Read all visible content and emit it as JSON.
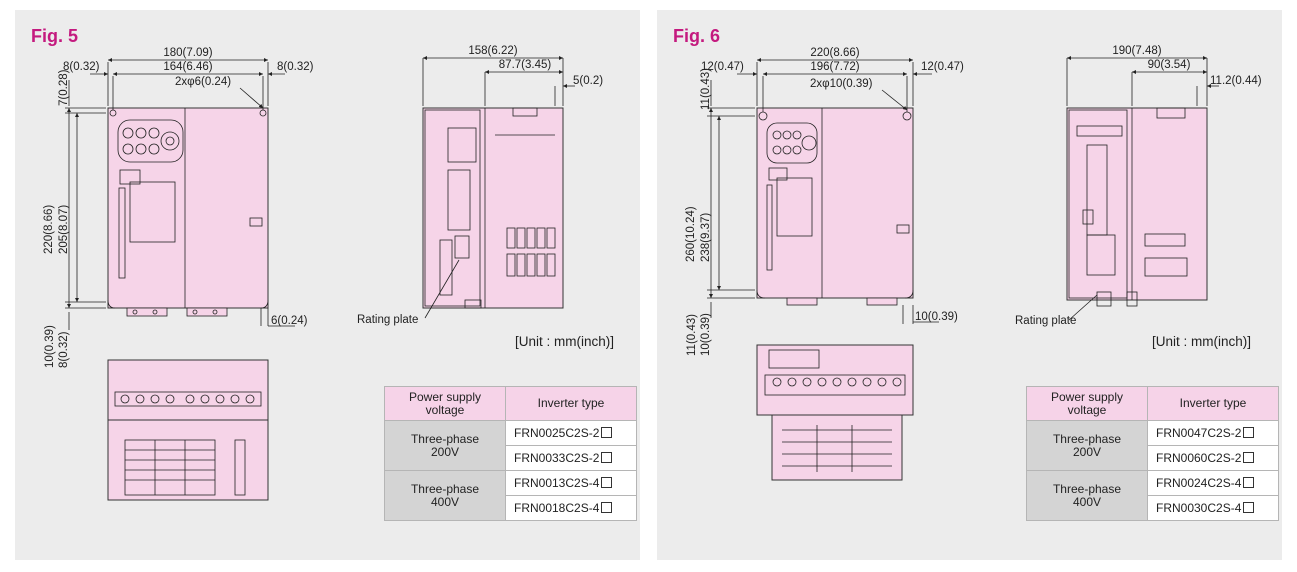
{
  "colors": {
    "figure_label": "#c41a7f",
    "body_fill": "#f6d4e8",
    "header_fill": "#f6d3e8",
    "group_fill": "#d4d4d4"
  },
  "fig5": {
    "label": "Fig. 5",
    "dims": {
      "overall_width": "180(7.09)",
      "hole_pitch_width": "164(6.46)",
      "left_margin": "8(0.32)",
      "right_margin": "8(0.32)",
      "holes": "2xφ6(0.24)",
      "depth": "158(6.22)",
      "depth_mount": "87.7(3.45)",
      "depth_small": "5(0.2)",
      "top_offset": "7(0.28)",
      "overall_height": "220(8.66)",
      "hole_pitch_height": "205(8.07)",
      "bottom_a": "10(0.39)",
      "bottom_b": "8(0.32)",
      "foot": "6(0.24)"
    },
    "rating_plate": "Rating plate",
    "unit": "[Unit : mm(inch)]",
    "table": {
      "header_supply": [
        "Power supply",
        "voltage"
      ],
      "header_type": "Inverter type",
      "groups": [
        {
          "label": [
            "Three-phase",
            "200V"
          ],
          "types": [
            "FRN0025C2S-2",
            "FRN0033C2S-2"
          ]
        },
        {
          "label": [
            "Three-phase",
            "400V"
          ],
          "types": [
            "FRN0013C2S-4",
            "FRN0018C2S-4"
          ]
        }
      ]
    }
  },
  "fig6": {
    "label": "Fig. 6",
    "dims": {
      "overall_width": "220(8.66)",
      "hole_pitch_width": "196(7.72)",
      "left_margin": "12(0.47)",
      "right_margin": "12(0.47)",
      "holes": "2xφ10(0.39)",
      "depth": "190(7.48)",
      "depth_mount": "90(3.54)",
      "depth_small": "11.2(0.44)",
      "top_offset": "11(0.43)",
      "overall_height": "260(10.24)",
      "hole_pitch_height": "238(9.37)",
      "bottom_a": "11(0.43)",
      "bottom_b": "10(0.39)",
      "foot": "10(0.39)"
    },
    "rating_plate": "Rating plate",
    "unit": "[Unit : mm(inch)]",
    "table": {
      "header_supply": [
        "Power supply",
        "voltage"
      ],
      "header_type": "Inverter type",
      "groups": [
        {
          "label": [
            "Three-phase",
            "200V"
          ],
          "types": [
            "FRN0047C2S-2",
            "FRN0060C2S-2"
          ]
        },
        {
          "label": [
            "Three-phase",
            "400V"
          ],
          "types": [
            "FRN0024C2S-4",
            "FRN0030C2S-4"
          ]
        }
      ]
    }
  }
}
